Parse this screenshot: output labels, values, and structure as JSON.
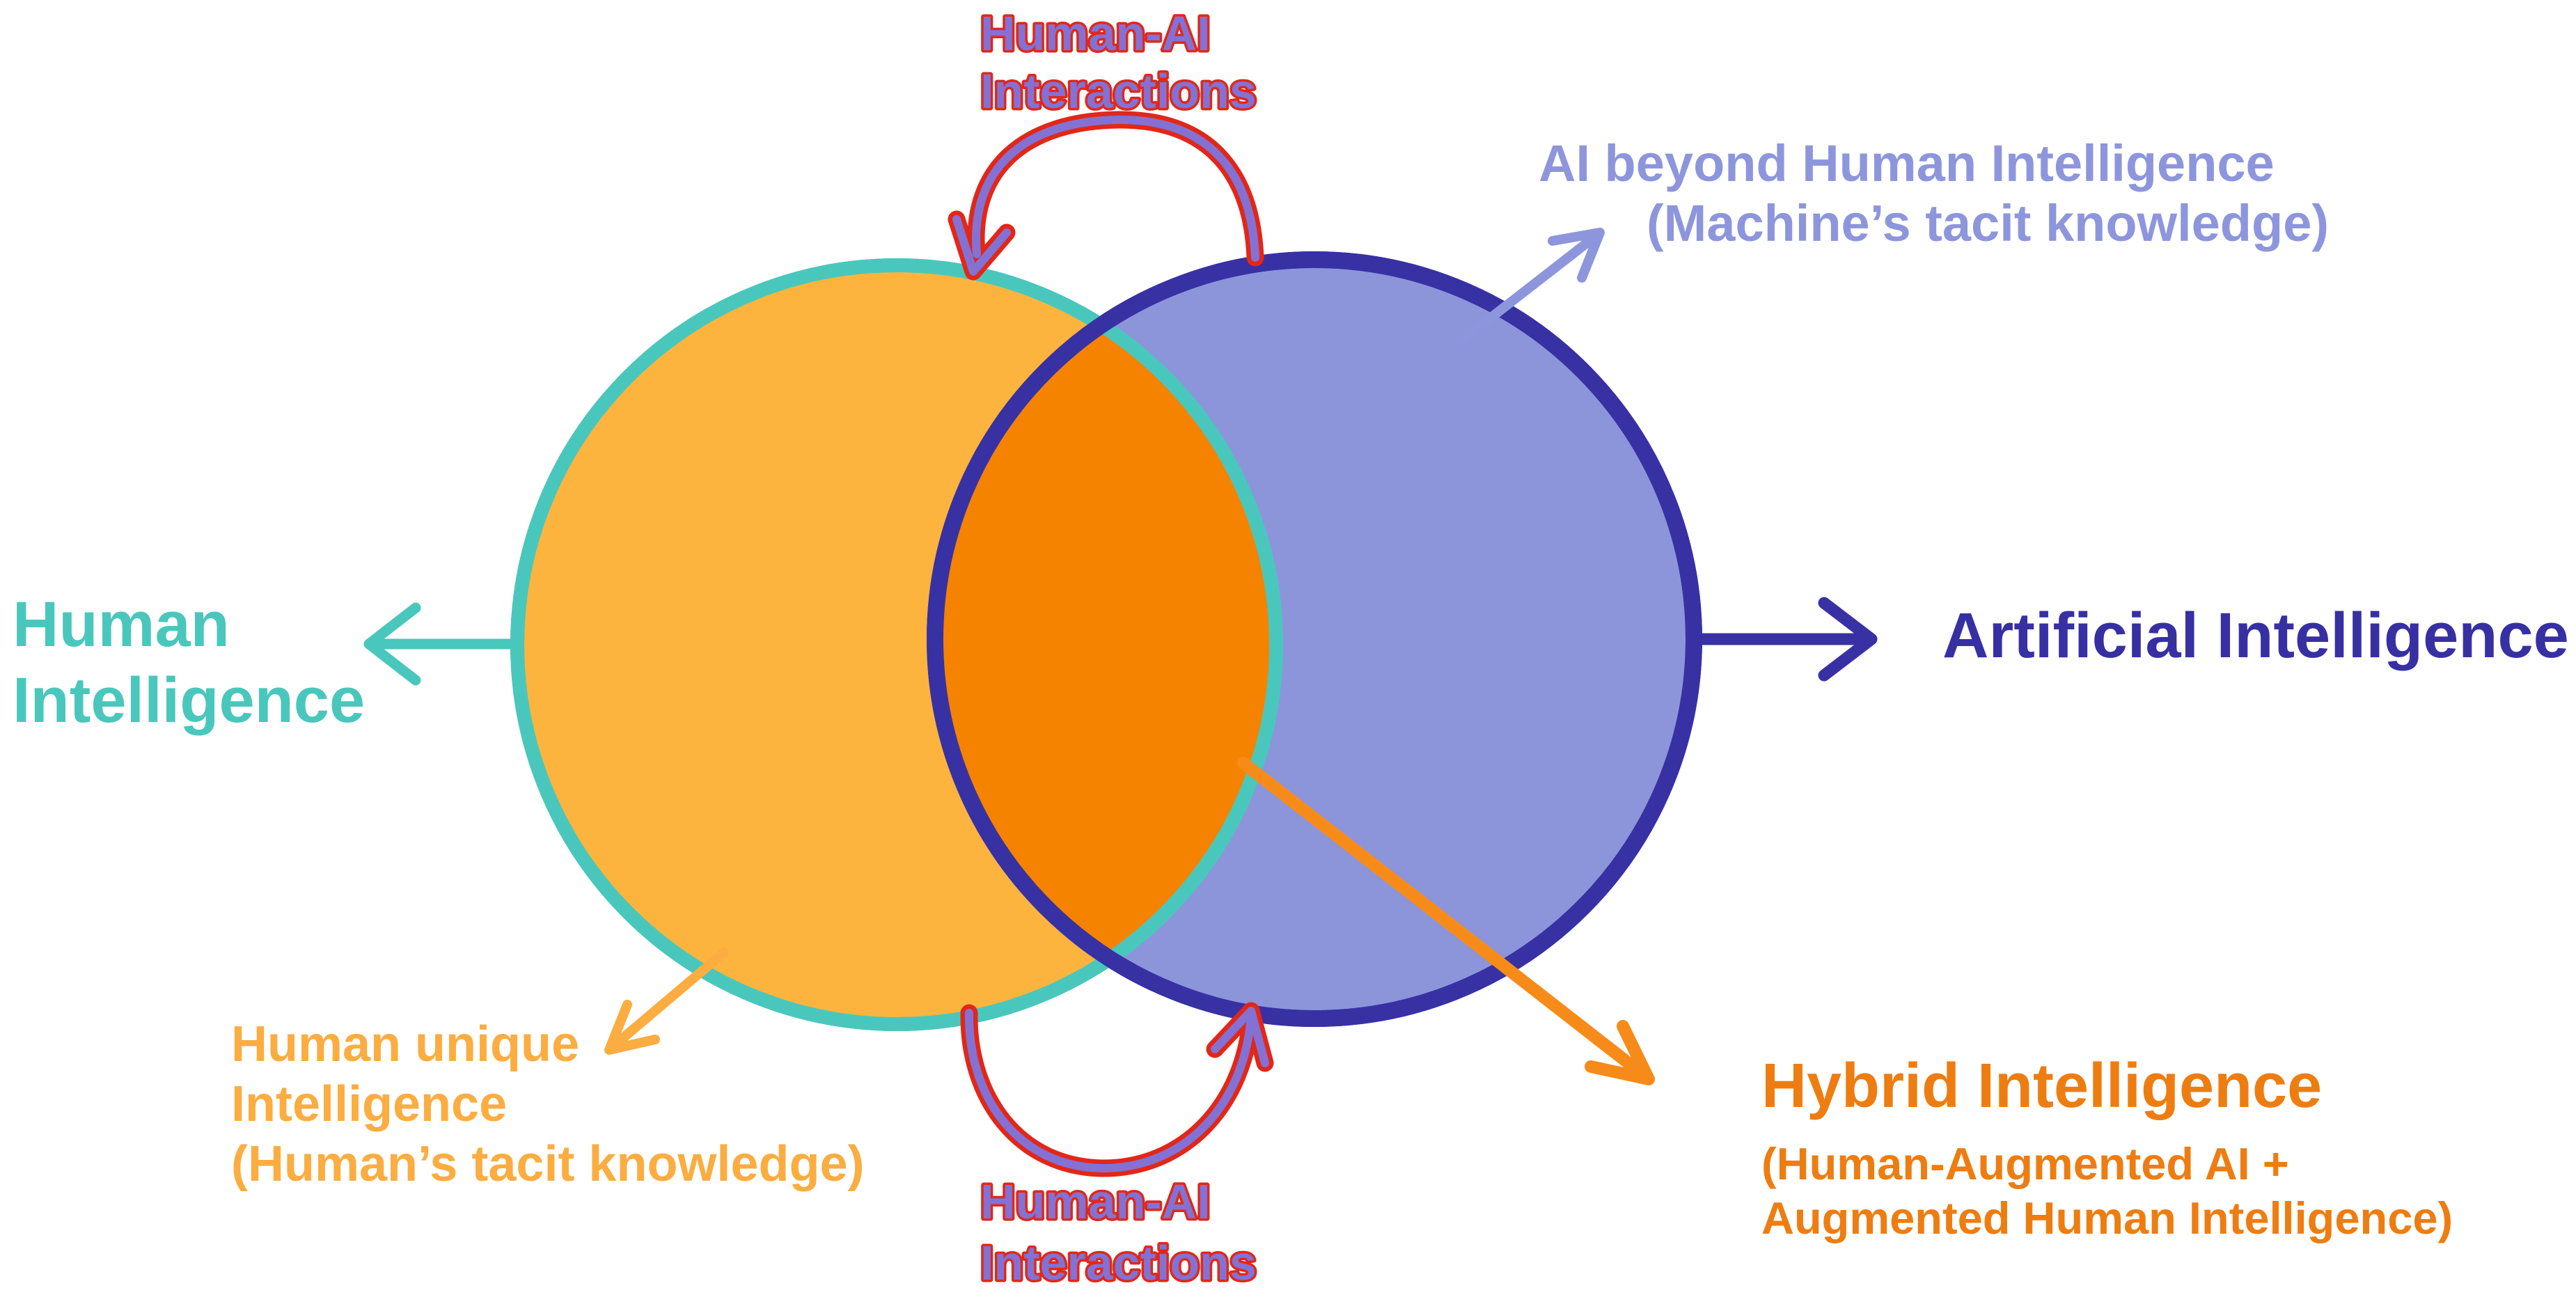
{
  "diagram": {
    "type": "venn",
    "background": "#ffffff",
    "left_circle": {
      "name": "Human Intelligence",
      "label": {
        "line1": "Human",
        "line2": "Intelligence"
      },
      "fill": "#FDB43E",
      "border": "#4AC7BC",
      "text_color": "#4AC7BC"
    },
    "right_circle": {
      "name": "Artificial Intelligence",
      "label": {
        "line1": "Artificial Intelligence"
      },
      "fill": "#8C95D9",
      "border": "#3831A4",
      "text_color": "#3730A3"
    },
    "intersection": {
      "fill": "#F58300",
      "label": {
        "title": "Hybrid Intelligence",
        "line1": "(Human-Augmented AI +",
        "line2": "Augmented Human Intelligence)"
      },
      "text_color": "#EE7D11",
      "arrow_color": "#F78B1A"
    },
    "top_interaction": {
      "label": {
        "line1": "Human-AI",
        "line2": "Interactions"
      },
      "core_color": "#8372D4",
      "outline_color": "#E22718"
    },
    "bottom_interaction": {
      "label": {
        "line1": "Human-AI",
        "line2": "Interactions"
      },
      "core_color": "#8372D4",
      "outline_color": "#E22718"
    },
    "ai_beyond": {
      "label": {
        "line1": "AI beyond Human Intelligence",
        "line2": "(Machine’s tacit knowledge)"
      },
      "text_color": "#8D96DC"
    },
    "human_unique": {
      "label": {
        "line1": "Human unique",
        "line2": "Intelligence",
        "line3": "(Human’s tacit knowledge)"
      },
      "text_color": "#FBAD41"
    }
  }
}
